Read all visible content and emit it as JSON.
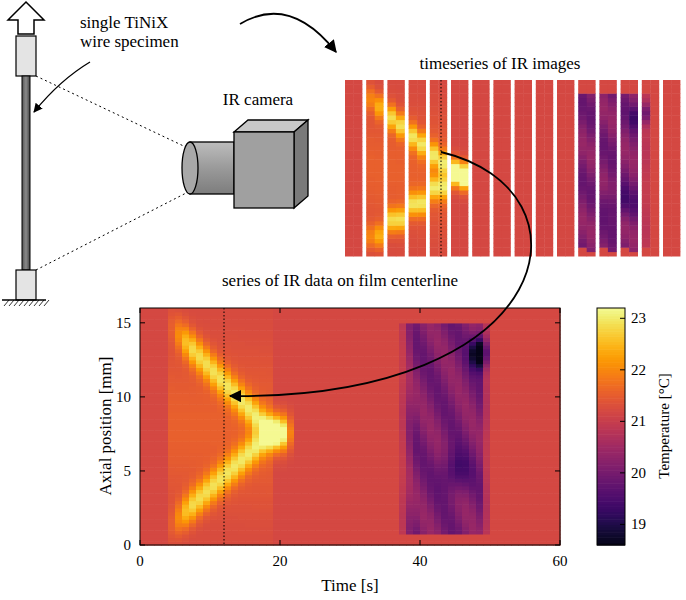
{
  "diagram": {
    "labels": [
      "single TiNiX wire specimen",
      "IR camera",
      "timeseries of IR images",
      "series of IR data on film centerline",
      "Axial position [mm]",
      "0",
      "5",
      "10",
      "15",
      "Time [s]",
      "0",
      "20",
      "40",
      "60",
      "Temperature [°C]",
      "19",
      "20",
      "21",
      "22",
      "23"
    ]
  }
}
